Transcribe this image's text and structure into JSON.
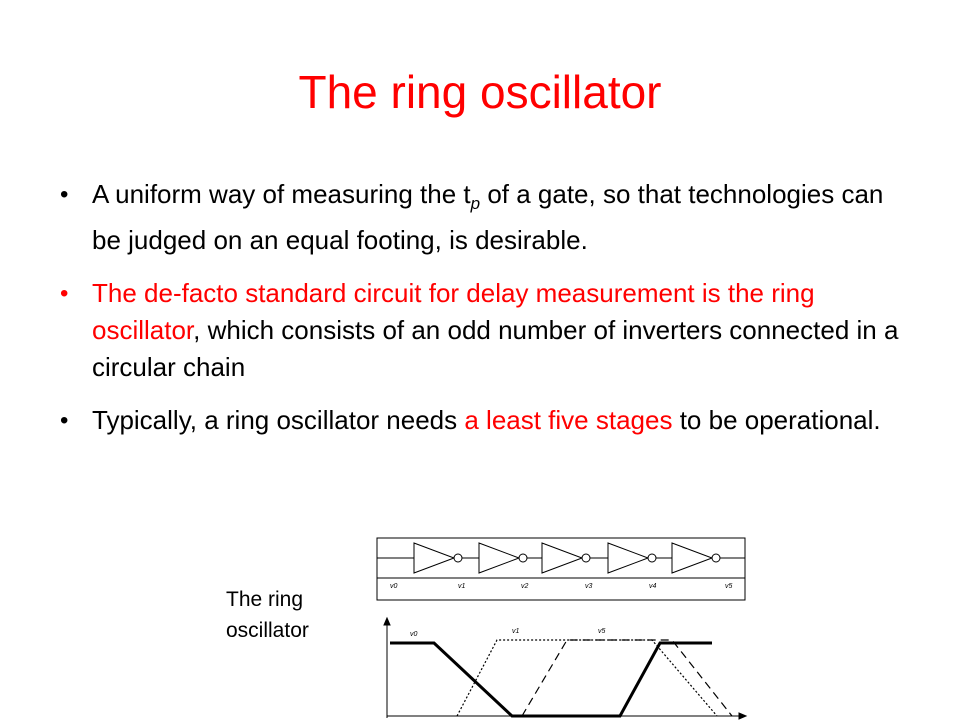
{
  "slide": {
    "title": "The ring oscillator",
    "bullets": [
      {
        "segments": [
          {
            "text": "A uniform way of measuring the t",
            "style": "normal"
          },
          {
            "text": "p",
            "style": "sub"
          },
          {
            "text": " of a gate, so that technologies can be judged on an equal footing, is desirable.",
            "style": "normal"
          }
        ]
      },
      {
        "segments": [
          {
            "text": "The de-facto standard circuit for delay measurement is the ring oscillator",
            "style": "red"
          },
          {
            "text": ", which consists of an odd number of inverters connected in a circular chain",
            "style": "normal"
          }
        ]
      },
      {
        "segments": [
          {
            "text": "Typically, a ring oscillator needs ",
            "style": "normal"
          },
          {
            "text": "a least five stages",
            "style": "red"
          },
          {
            "text": " to be operational.",
            "style": "normal"
          }
        ]
      }
    ],
    "caption": "The ring oscillator",
    "circuit_labels": [
      "v0",
      "v1",
      "v2",
      "v3",
      "v4",
      "v5"
    ],
    "waveform_labels": [
      "v0",
      "v1",
      "v5"
    ],
    "colors": {
      "title": "#ff0000",
      "highlight": "#ff0000",
      "text": "#000000"
    }
  }
}
